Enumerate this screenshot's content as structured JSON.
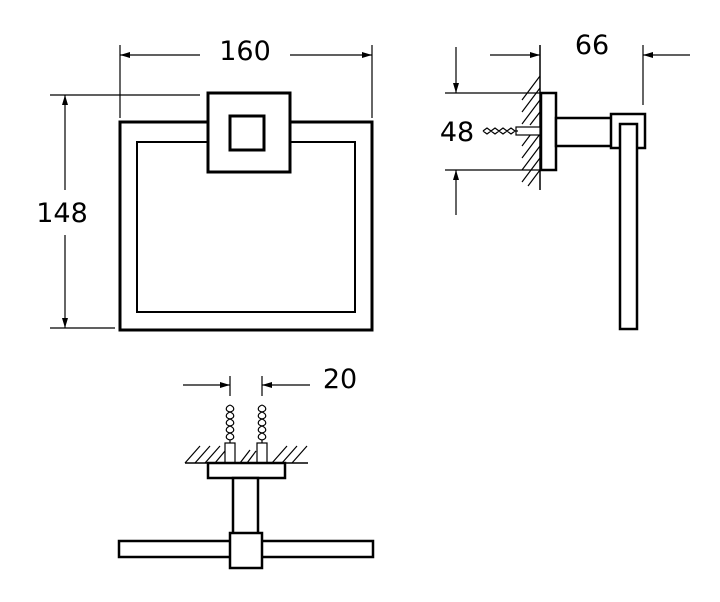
{
  "drawing": {
    "front_view": {
      "width_label": "160",
      "height_label": "148"
    },
    "side_view": {
      "depth_label": "66",
      "plate_height_label": "48"
    },
    "bottom_view": {
      "screw_spacing_label": "20"
    },
    "colors": {
      "line": "#000000",
      "background": "#ffffff"
    }
  }
}
